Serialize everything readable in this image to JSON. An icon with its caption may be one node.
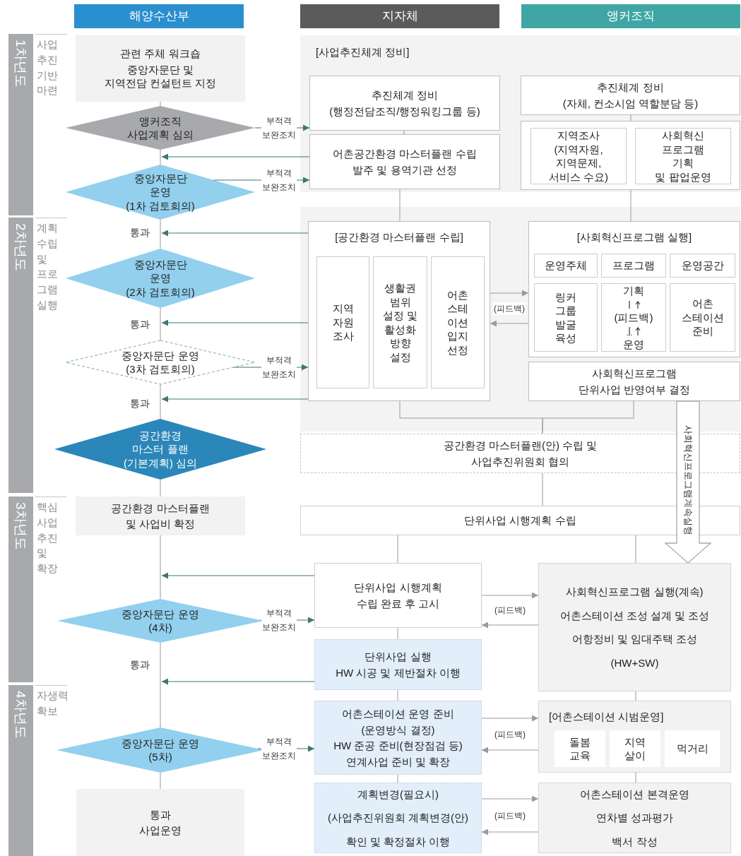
{
  "diagram": {
    "nodes": [
      {
        "text": [
          "해양수산부"
        ]
      },
      {
        "text": [
          "지자체"
        ]
      },
      {
        "text": [
          "앵커조직"
        ]
      },
      {
        "text": [
          "1차년도",
          "사업 추진 기반 마련"
        ]
      },
      {
        "text": [
          "관련 주체 워크숍",
          "중앙자문단 및 지역전담 컨설턴트 지정"
        ]
      },
      {
        "text": [
          "[사업추진체계 정비]"
        ]
      },
      {
        "text": [
          "추진체계 정비",
          "(행정전담조직/행정워킹그룹 등)"
        ],
        "in": 5
      },
      {
        "text": [
          "추진체계 정비",
          "(자체, 컨소시엄 역할분담 등)"
        ],
        "in": 5
      },
      {
        "text": [
          "앵커조직 사업계획 심의"
        ]
      },
      {
        "text": [
          "어촌공간환경 마스터플랜 수립",
          "발주 및 용역기관 선정"
        ],
        "in": 5
      },
      {
        "text": [],
        "shape": "box",
        "in": 5
      },
      {
        "text": [
          "지역조사 (지역자원, 지역문제, 서비스 수요)"
        ],
        "in": 10
      },
      {
        "text": [
          "사회혁신 프로그램 기획 및 팝업운영"
        ],
        "in": 10
      },
      {
        "text": [
          "중앙자문단 운영",
          "(1차 검토회의)"
        ]
      },
      {
        "text": [
          "2차년도",
          "계획 수립 및 프로그램 실행"
        ]
      },
      {
        "text": [
          "중앙자문단 운영",
          "(2차 검토회의)"
        ]
      },
      {
        "text": [
          "[공간환경 마스터플랜 수립]"
        ]
      },
      {
        "text": [
          "지역 자원 조사"
        ],
        "in": 16
      },
      {
        "text": [
          "생활권 범위 설정 및 활성화 방향 설정"
        ],
        "in": 16
      },
      {
        "text": [
          "어촌 스테이션 입지 선정"
        ],
        "in": 16
      },
      {
        "text": [
          "[사회혁신프로그램 실행]"
        ]
      },
      {
        "text": [
          "운영주체"
        ],
        "in": 20
      },
      {
        "text": [
          "프로그램"
        ],
        "in": 20
      },
      {
        "text": [
          "운영공간"
        ],
        "in": 20
      },
      {
        "text": [
          "링커 그룹 발굴 육성"
        ],
        "in": 20
      },
      {
        "text": [
          "기획",
          "(피드백)",
          "운영"
        ],
        "in": 20
      },
      {
        "text": [
          "어촌 스테이션 준비"
        ],
        "in": 20
      },
      {
        "text": [
          "중앙자문단 운영",
          "(3차 검토회의)"
        ]
      },
      {
        "text": [
          "사회혁신프로그램",
          "단위사업 반영여부 결정"
        ]
      },
      {
        "text": [
          "공간환경 마스터 플랜(기본계획) 심의"
        ]
      },
      {
        "text": [
          "공간환경 마스터플랜(안) 수립 및",
          "사업추진위원회 협의"
        ]
      },
      {
        "text": [
          "3차년도",
          "핵심 사업 추진 및 확장"
        ]
      },
      {
        "text": [
          "공간환경 마스터플랜",
          "및 사업비 확정"
        ]
      },
      {
        "text": [
          "단위사업 시행계획 수립"
        ]
      },
      {
        "text": [
          "단위사업 시행계획",
          "수립 완료 후 고시"
        ]
      },
      {
        "text": [
          "사회혁신프로그램 실행(계속)",
          "어촌스테이션 조성 설계 및 조성",
          "어항정비 및 임대주택 조성",
          "(HW+SW)"
        ]
      },
      {
        "text": [
          "중앙자문단 운영",
          "(4차)"
        ]
      },
      {
        "text": [
          "단위사업 실행",
          "HW 시공 및 제반절차 이행"
        ]
      },
      {
        "text": [
          "4차년도",
          "자생력 확보"
        ]
      },
      {
        "text": [
          "어촌스테이션 운영 준비",
          "(운영방식 결정)",
          "HW 준공 준비(현장점검 등)",
          "연계사업 준비 및 확장"
        ]
      },
      {
        "text": [
          "[어촌스테이션 시범운영]"
        ]
      },
      {
        "text": [
          "돌봄 교육"
        ],
        "in": 40
      },
      {
        "text": [
          "지역 살이"
        ],
        "in": 40
      },
      {
        "text": [
          "먹거리"
        ],
        "in": 40
      },
      {
        "text": [
          "중앙자문단 운영",
          "(5차)"
        ]
      },
      {
        "text": [
          "통과",
          "사업운영"
        ]
      },
      {
        "text": [
          "계획변경(필요시)",
          "(사업추진위원회 계획변경(안)",
          "확인 및 확정절차 이행"
        ]
      },
      {
        "text": [
          "어촌스테이션 본격운영",
          "연차별 성과평가",
          "백서 작성"
        ]
      }
    ],
    "edges": [
      {
        "from": 4,
        "to": 8,
        "arrow": "none"
      },
      {
        "from": 8,
        "to": 13,
        "arrow": "none"
      },
      {
        "from": 13,
        "to": 15,
        "arrow": "none"
      },
      {
        "from": 15,
        "to": 27,
        "arrow": "none"
      },
      {
        "from": 27,
        "to": 29,
        "arrow": "none"
      },
      {
        "from": 29,
        "to": 32,
        "arrow": "none"
      },
      {
        "from": 32,
        "to": 36,
        "arrow": "none"
      },
      {
        "from": 36,
        "to": 44,
        "arrow": "none"
      },
      {
        "from": 44,
        "to": 45,
        "arrow": "none"
      },
      {
        "from": 8,
        "to": 6,
        "arrow": "to",
        "label": "부적격 보완조치",
        "color": "#3e7673"
      },
      {
        "from": 13,
        "to": 9,
        "arrow": "to",
        "label": "부적격 보완조치",
        "color": "#3e7673"
      },
      {
        "from": 27,
        "to": 16,
        "arrow": "to",
        "label": "부적격 보완조치",
        "color": "#3e7673"
      },
      {
        "from": 36,
        "to": 34,
        "arrow": "to",
        "label": "부적격 보완조치",
        "color": "#3e7673"
      },
      {
        "from": 44,
        "to": 39,
        "arrow": "to",
        "label": "부적격 보완조치",
        "color": "#3e7673"
      },
      {
        "from": 9,
        "to": 8,
        "arrow": "to",
        "color": "#3e7673"
      },
      {
        "from": 16,
        "to": 13,
        "arrow": "to",
        "color": "#3e7673"
      },
      {
        "from": 16,
        "to": 15,
        "arrow": "to",
        "color": "#3e7673"
      },
      {
        "from": 16,
        "to": 27,
        "arrow": "to",
        "color": "#3e7673"
      },
      {
        "from": 34,
        "to": null,
        "arrow": "to",
        "color": "#3e7673"
      },
      {
        "from": 37,
        "to": null,
        "arrow": "to",
        "color": "#3e7673"
      },
      {
        "from": 6,
        "to": 9,
        "arrow": "none"
      },
      {
        "from": 7,
        "to": 10,
        "arrow": "none"
      },
      {
        "from": 9,
        "to": 16,
        "arrow": "none"
      },
      {
        "from": 10,
        "to": 20,
        "arrow": "none"
      },
      {
        "from": 16,
        "to": 30,
        "arrow": "none"
      },
      {
        "from": 28,
        "to": 30,
        "arrow": "none"
      },
      {
        "from": 30,
        "to": 33,
        "arrow": "none"
      },
      {
        "from": 33,
        "to": 34,
        "arrow": "none"
      },
      {
        "from": 33,
        "to": 35,
        "arrow": "none"
      },
      {
        "from": 34,
        "to": 37,
        "arrow": "none"
      },
      {
        "from": 37,
        "to": 39,
        "arrow": "none"
      },
      {
        "from": 39,
        "to": 46,
        "arrow": "none"
      },
      {
        "from": 35,
        "to": 40,
        "arrow": "none"
      },
      {
        "from": 40,
        "to": 47,
        "arrow": "none"
      },
      {
        "from": 16,
        "to": 20,
        "arrow": "to",
        "label": "(피드백)"
      },
      {
        "from": 20,
        "to": 16,
        "arrow": "to"
      },
      {
        "from": 34,
        "to": 35,
        "arrow": "to",
        "label": "(피드백)"
      },
      {
        "from": 35,
        "to": 34,
        "arrow": "to"
      },
      {
        "from": 39,
        "to": 40,
        "arrow": "to",
        "label": "(피드백)"
      },
      {
        "from": 40,
        "to": 39,
        "arrow": "to"
      },
      {
        "from": 46,
        "to": 47,
        "arrow": "to",
        "label": "(피드백)"
      },
      {
        "from": 47,
        "to": 46,
        "arrow": "to"
      },
      {
        "from": 28,
        "to": 35,
        "arrow": "to",
        "label": "사회혁신프로그램계속실행",
        "style": "thick"
      }
    ],
    "labels": [
      "통과",
      "통과",
      "통과",
      "통과"
    ]
  }
}
